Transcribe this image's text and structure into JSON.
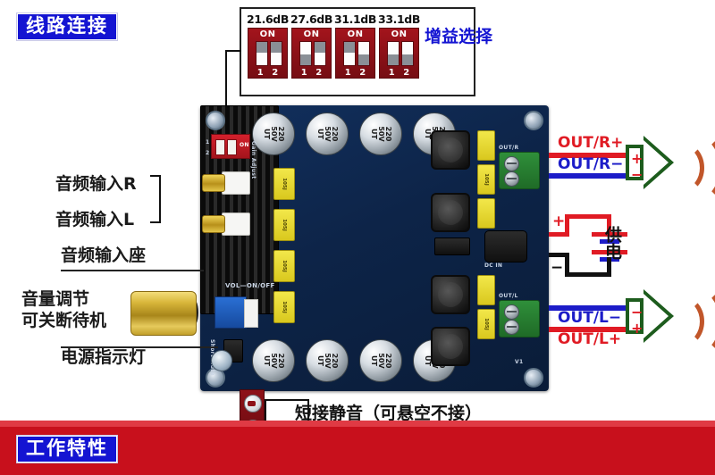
{
  "banners": {
    "top": "线路连接",
    "bottom": "工作特性"
  },
  "gain_panel": {
    "title": "增益选择",
    "switches": [
      {
        "db": "21.6dB",
        "on_text": "ON",
        "num1": "1",
        "num2": "2",
        "lever1": "up",
        "lever2": "up"
      },
      {
        "db": "27.6dB",
        "on_text": "ON",
        "num1": "1",
        "num2": "2",
        "lever1": "down",
        "lever2": "up"
      },
      {
        "db": "31.1dB",
        "on_text": "ON",
        "num1": "1",
        "num2": "2",
        "lever1": "up",
        "lever2": "down"
      },
      {
        "db": "33.1dB",
        "on_text": "ON",
        "num1": "1",
        "num2": "2",
        "lever1": "down",
        "lever2": "down"
      }
    ]
  },
  "left_callouts": {
    "audio_in_r": "音频输入R",
    "audio_in_l": "音频输入L",
    "audio_in_socket": "音频输入座",
    "volume_line1": "音量调节",
    "volume_line2": "可关断待机",
    "power_led": "电源指示灯"
  },
  "right_callouts": {
    "out_r_plus": "OUT/R+",
    "out_r_minus": "OUT/R−",
    "out_l_minus": "OUT/L−",
    "out_l_plus": "OUT/L+",
    "power_label": "供电",
    "plus_sign": "+",
    "minus_sign": "−"
  },
  "bottom_callout": {
    "mute_note": "短接静音（可悬空不接）"
  },
  "board": {
    "cap_value": "220\n50V\nUT",
    "cap_line1": "220",
    "cap_line2": "50V",
    "cap_line3": "UT",
    "silk_vol_onoff": "VOL—ON/OFF",
    "silk_short_mute": "Short Mute",
    "silk_gain_adjust": "Gain Adjust",
    "silk_on": "ON",
    "silk_dip1": "1",
    "silk_dip2": "2",
    "silk_out_r": "OUT/R",
    "silk_out_l": "OUT/L",
    "silk_dc": "DC IN",
    "silk_version": "V1",
    "ycap_text": "105J"
  }
}
